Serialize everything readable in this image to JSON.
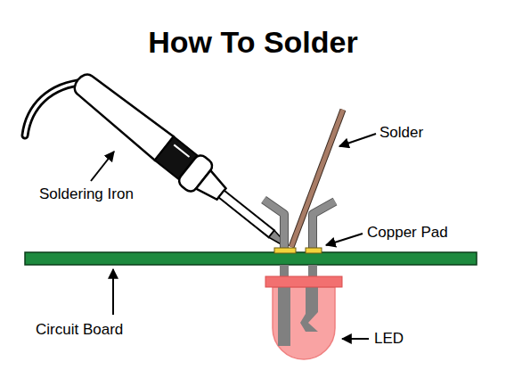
{
  "diagram": {
    "title": "How To Solder",
    "labels": [
      "Solder",
      "Soldering Iron",
      "Copper Pad",
      "Circuit Board",
      "LED"
    ]
  }
}
